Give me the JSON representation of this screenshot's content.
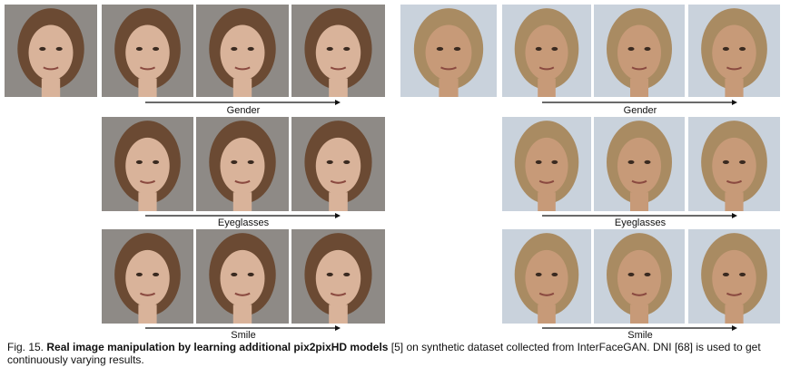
{
  "figure": {
    "colors": {
      "emma_bg": "#8e8a86",
      "emma_hair": "#6b4a33",
      "emma_skin": "#d9b39a",
      "brad_bg": "#c9d2dc",
      "brad_hair": "#a98b62",
      "brad_skin": "#c79a78",
      "arrow": "#111111"
    },
    "left_panel": {
      "rows": [
        {
          "label": "Gender",
          "frames": 4,
          "icon": "face-photo"
        },
        {
          "label": "Eyeglasses",
          "frames": 3,
          "icon": "face-photo"
        },
        {
          "label": "Smile",
          "frames": 3,
          "icon": "face-photo"
        }
      ]
    },
    "right_panel": {
      "rows": [
        {
          "label": "Gender",
          "frames": 4,
          "icon": "face-photo"
        },
        {
          "label": "Eyeglasses",
          "frames": 3,
          "icon": "face-photo"
        },
        {
          "label": "Smile",
          "frames": 3,
          "icon": "face-photo"
        }
      ]
    },
    "caption": {
      "prefix": "Fig. 15.",
      "bold": "Real image manipulation by learning additional pix2pixHD models",
      "ref1": "[5]",
      "middle": "on synthetic dataset collected from InterFaceGAN. DNI",
      "ref2": "[68]",
      "suffix": "is used to get continuously varying results."
    }
  }
}
